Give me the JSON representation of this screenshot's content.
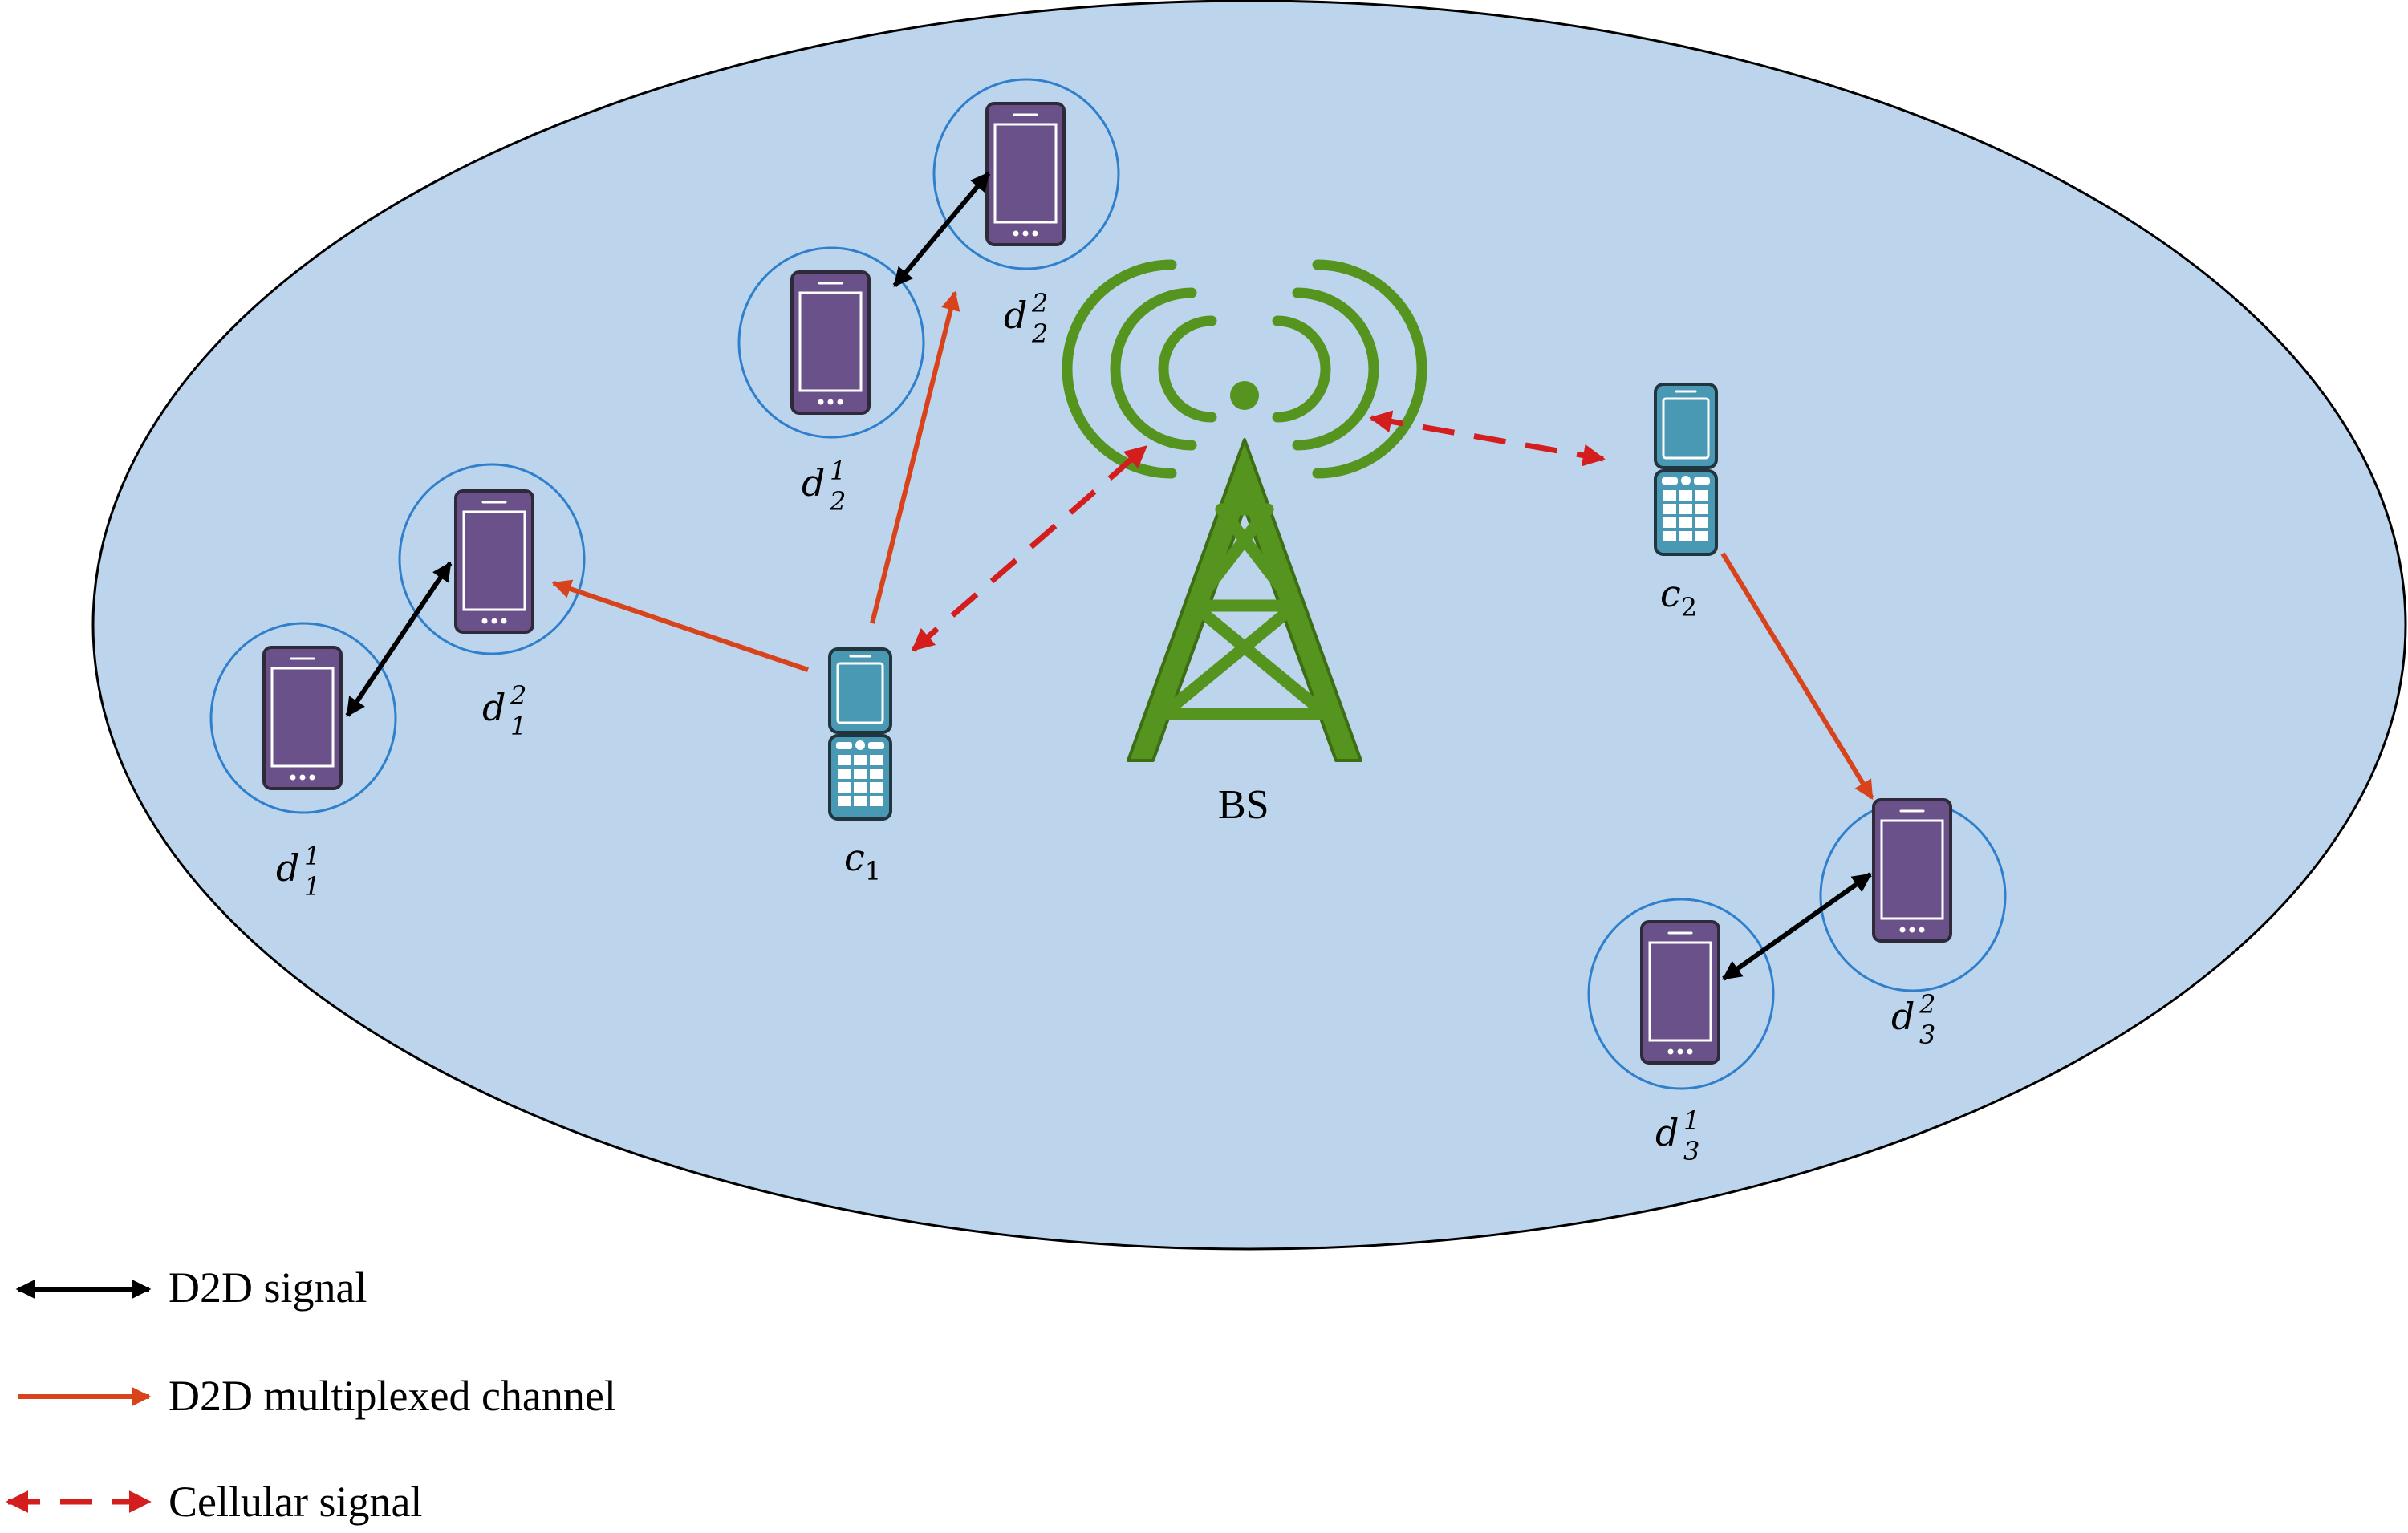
{
  "colors": {
    "cell_fill": "#bcd5ec",
    "cell_stroke": "#000000",
    "d2d_phone_body": "#6b5189",
    "d2d_phone_screen": "#6b5189",
    "d2d_ring": "#2f7fcc",
    "cell_phone_body": "#4a99b4",
    "tower": "#55941e",
    "d2d_signal": "#000000",
    "multiplexed": "#d8431c",
    "cellular": "#d41e1e"
  },
  "nodes": {
    "bs": {
      "label": "BS"
    },
    "c1": {
      "base": "c",
      "sub": "1"
    },
    "c2": {
      "base": "c",
      "sub": "2"
    },
    "d11": {
      "base": "d",
      "sup": "1",
      "sub": "1"
    },
    "d12": {
      "base": "d",
      "sup": "2",
      "sub": "1"
    },
    "d21": {
      "base": "d",
      "sup": "1",
      "sub": "2"
    },
    "d22": {
      "base": "d",
      "sup": "2",
      "sub": "2"
    },
    "d31": {
      "base": "d",
      "sup": "1",
      "sub": "3"
    },
    "d32": {
      "base": "d",
      "sup": "2",
      "sub": "3"
    }
  },
  "legend": {
    "d2d_signal": "D2D signal",
    "multiplexed": "D2D multiplexed channel",
    "cellular": "Cellular signal"
  }
}
